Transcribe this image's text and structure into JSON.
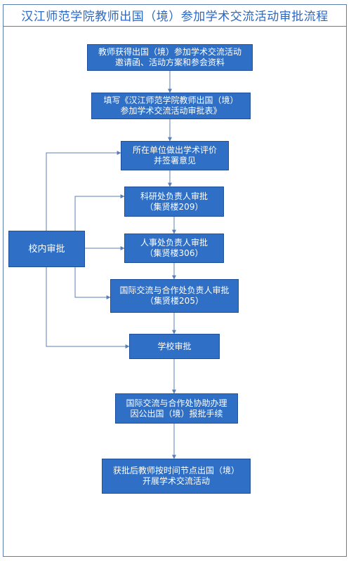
{
  "title": "汉江师范学院教师出国（境）参加学术交流活动审批流程",
  "colors": {
    "node_fill": "#2f6fc6",
    "edge": "#5b7fb3",
    "title": "#2b67c2"
  },
  "steps": [
    {
      "line1": "教师获得出国（境）参加学术交流活动",
      "line2": "邀请函、活动方案和参会资料"
    },
    {
      "line1": "填写《汉江师范学院教师出国（境）",
      "line2": "参加学术交流活动审批表》"
    },
    {
      "line1": "所在单位做出学术评价",
      "line2": "并签署意见"
    },
    {
      "line1": "科研处负责人审批",
      "line2": "（集贤楼209）"
    },
    {
      "line1": "人事处负责人审批",
      "line2": "（集贤楼306）"
    },
    {
      "line1": "国际交流与合作处负责人审批",
      "line2": "（集贤楼205）"
    },
    {
      "line1": "学校审批"
    },
    {
      "line1": "国际交流与合作处协助办理",
      "line2": "因公出国（境）报批手续"
    },
    {
      "line1": "获批后教师按时间节点出国（境）",
      "line2": "开展学术交流活动"
    }
  ],
  "side": {
    "label": "校内审批"
  }
}
